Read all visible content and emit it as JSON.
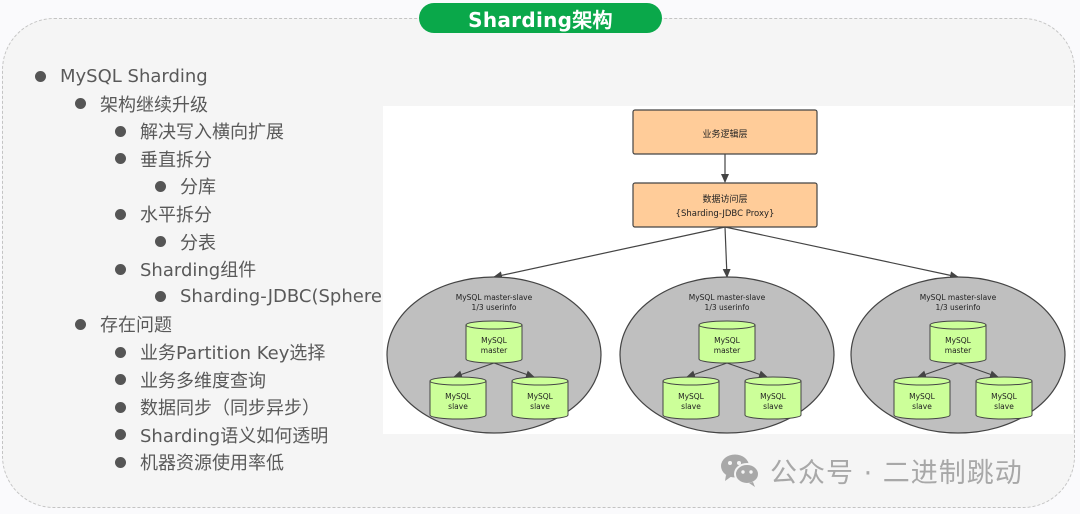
{
  "title": "Sharding架构",
  "outline": [
    {
      "level": 0,
      "text": "MySQL Sharding"
    },
    {
      "level": 1,
      "text": "架构继续升级"
    },
    {
      "level": 2,
      "text": "解决写入横向扩展"
    },
    {
      "level": 2,
      "text": "垂直拆分"
    },
    {
      "level": 3,
      "text": "分库"
    },
    {
      "level": 2,
      "text": "水平拆分"
    },
    {
      "level": 3,
      "text": "分表"
    },
    {
      "level": 2,
      "text": "Sharding组件"
    },
    {
      "level": 3,
      "text": "Sharding-JDBC(Sphere)"
    },
    {
      "level": 1,
      "text": "存在问题"
    },
    {
      "level": 2,
      "text": "业务Partition Key选择"
    },
    {
      "level": 2,
      "text": "业务多维度查询"
    },
    {
      "level": 2,
      "text": "数据同步（同步异步）"
    },
    {
      "level": 2,
      "text": "Sharding语义如何透明"
    },
    {
      "level": 2,
      "text": "机器资源使用率低"
    }
  ],
  "diagram": {
    "colors": {
      "layer_fill": "#ffcc99",
      "cluster_fill": "#bfbfbf",
      "db_fill": "#ccff99",
      "stroke": "#444444"
    },
    "business_layer": "业务逻辑层",
    "data_access_layer": {
      "line1": "数据访问层",
      "line2": "{Sharding-JDBC Proxy}"
    },
    "clusters": [
      {
        "title": "MySQL master-slave",
        "subtitle": "1/3 userinfo",
        "master": [
          "MySQL",
          "master"
        ],
        "slaves": [
          [
            "MySQL",
            "slave"
          ],
          [
            "MySQL",
            "slave"
          ]
        ]
      },
      {
        "title": "MySQL master-slave",
        "subtitle": "1/3 userinfo",
        "master": [
          "MySQL",
          "master"
        ],
        "slaves": [
          [
            "MySQL",
            "slave"
          ],
          [
            "MySQL",
            "slave"
          ]
        ]
      },
      {
        "title": "MySQL master-slave",
        "subtitle": "1/3 userinfo",
        "master": [
          "MySQL",
          "master"
        ],
        "slaves": [
          [
            "MySQL",
            "slave"
          ],
          [
            "MySQL",
            "slave"
          ]
        ]
      }
    ]
  },
  "watermark": {
    "icon": "wechat-icon",
    "text": "公众号 · 二进制跳动"
  },
  "accent_color": "#0aa84a"
}
